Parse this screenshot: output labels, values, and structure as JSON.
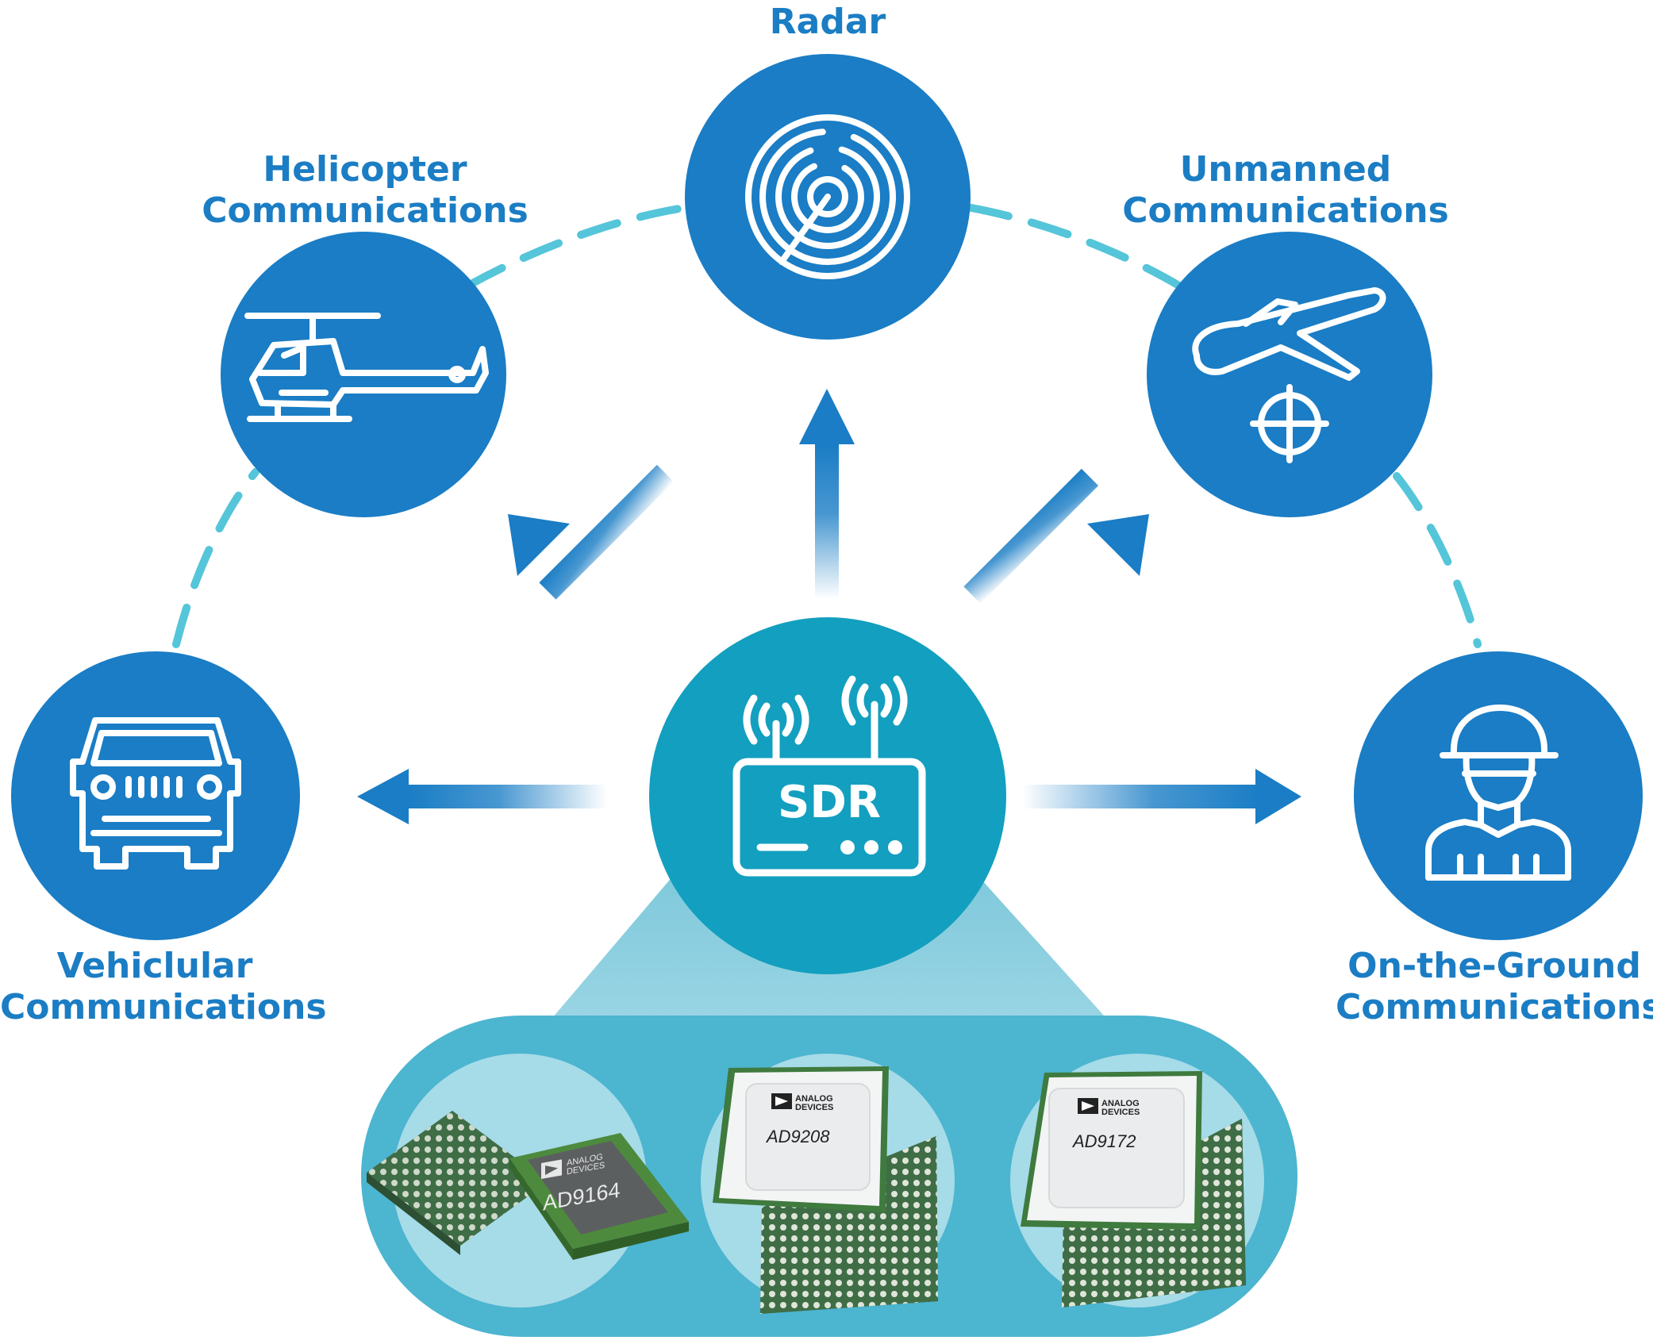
{
  "colors": {
    "node_blue": "#1a7dc5",
    "center_teal": "#139fbf",
    "label_blue": "#1b7dc4",
    "dash_line": "#55c5d9",
    "pill_bg": "#4cb5d0",
    "chip_circle": "#a6dbe8",
    "funnel": "#8dcfe0"
  },
  "center": {
    "label": "SDR",
    "icon": "router-icon"
  },
  "nodes": {
    "radar": {
      "line1": "Radar",
      "icon": "radar-icon"
    },
    "helicopter": {
      "line1": "Helicopter",
      "line2": "Communications",
      "icon": "helicopter-icon"
    },
    "unmanned": {
      "line1": "Unmanned",
      "line2": "Communications",
      "icon": "drone-icon"
    },
    "vehicular": {
      "line1": "Vehiclular",
      "line2": "Communications",
      "icon": "vehicle-icon"
    },
    "ground": {
      "line1": "On-the-Ground",
      "line2": "Communications",
      "icon": "soldier-icon"
    }
  },
  "chips": [
    {
      "part": "AD9164",
      "brand_line1": "ANALOG",
      "brand_line2": "DEVICES"
    },
    {
      "part": "AD9208",
      "brand_line1": "ANALOG",
      "brand_line2": "DEVICES"
    },
    {
      "part": "AD9172",
      "brand_line1": "ANALOG",
      "brand_line2": "DEVICES"
    }
  ]
}
